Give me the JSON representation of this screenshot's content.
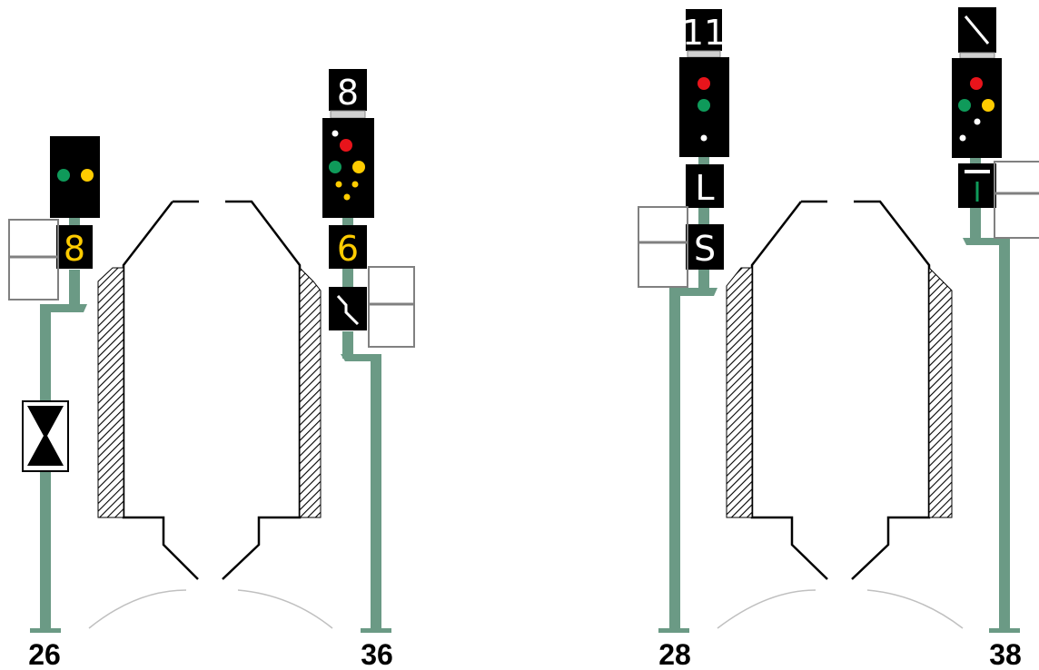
{
  "signals": [
    {
      "id": "26",
      "label": "26",
      "speed_indicator": "8",
      "indicator_color": "#ffcc00"
    },
    {
      "id": "36",
      "label": "36",
      "top_indicator": "8",
      "speed_indicator": "6",
      "indicator_color": "#ffcc00",
      "route_indicator": "diverging-right"
    },
    {
      "id": "28",
      "label": "28",
      "top_indicator": "11",
      "letter_upper": "L",
      "letter_lower": "S"
    },
    {
      "id": "38",
      "label": "38",
      "top_indicator": "diagonal",
      "route_indicator": "straight"
    }
  ],
  "colors": {
    "mast": "#6b9a85",
    "red": "#e8141b",
    "green": "#0f9a5a",
    "yellow": "#ffcc00",
    "white": "#ffffff",
    "hatch": "#000000",
    "track": "#c0c0c0"
  }
}
